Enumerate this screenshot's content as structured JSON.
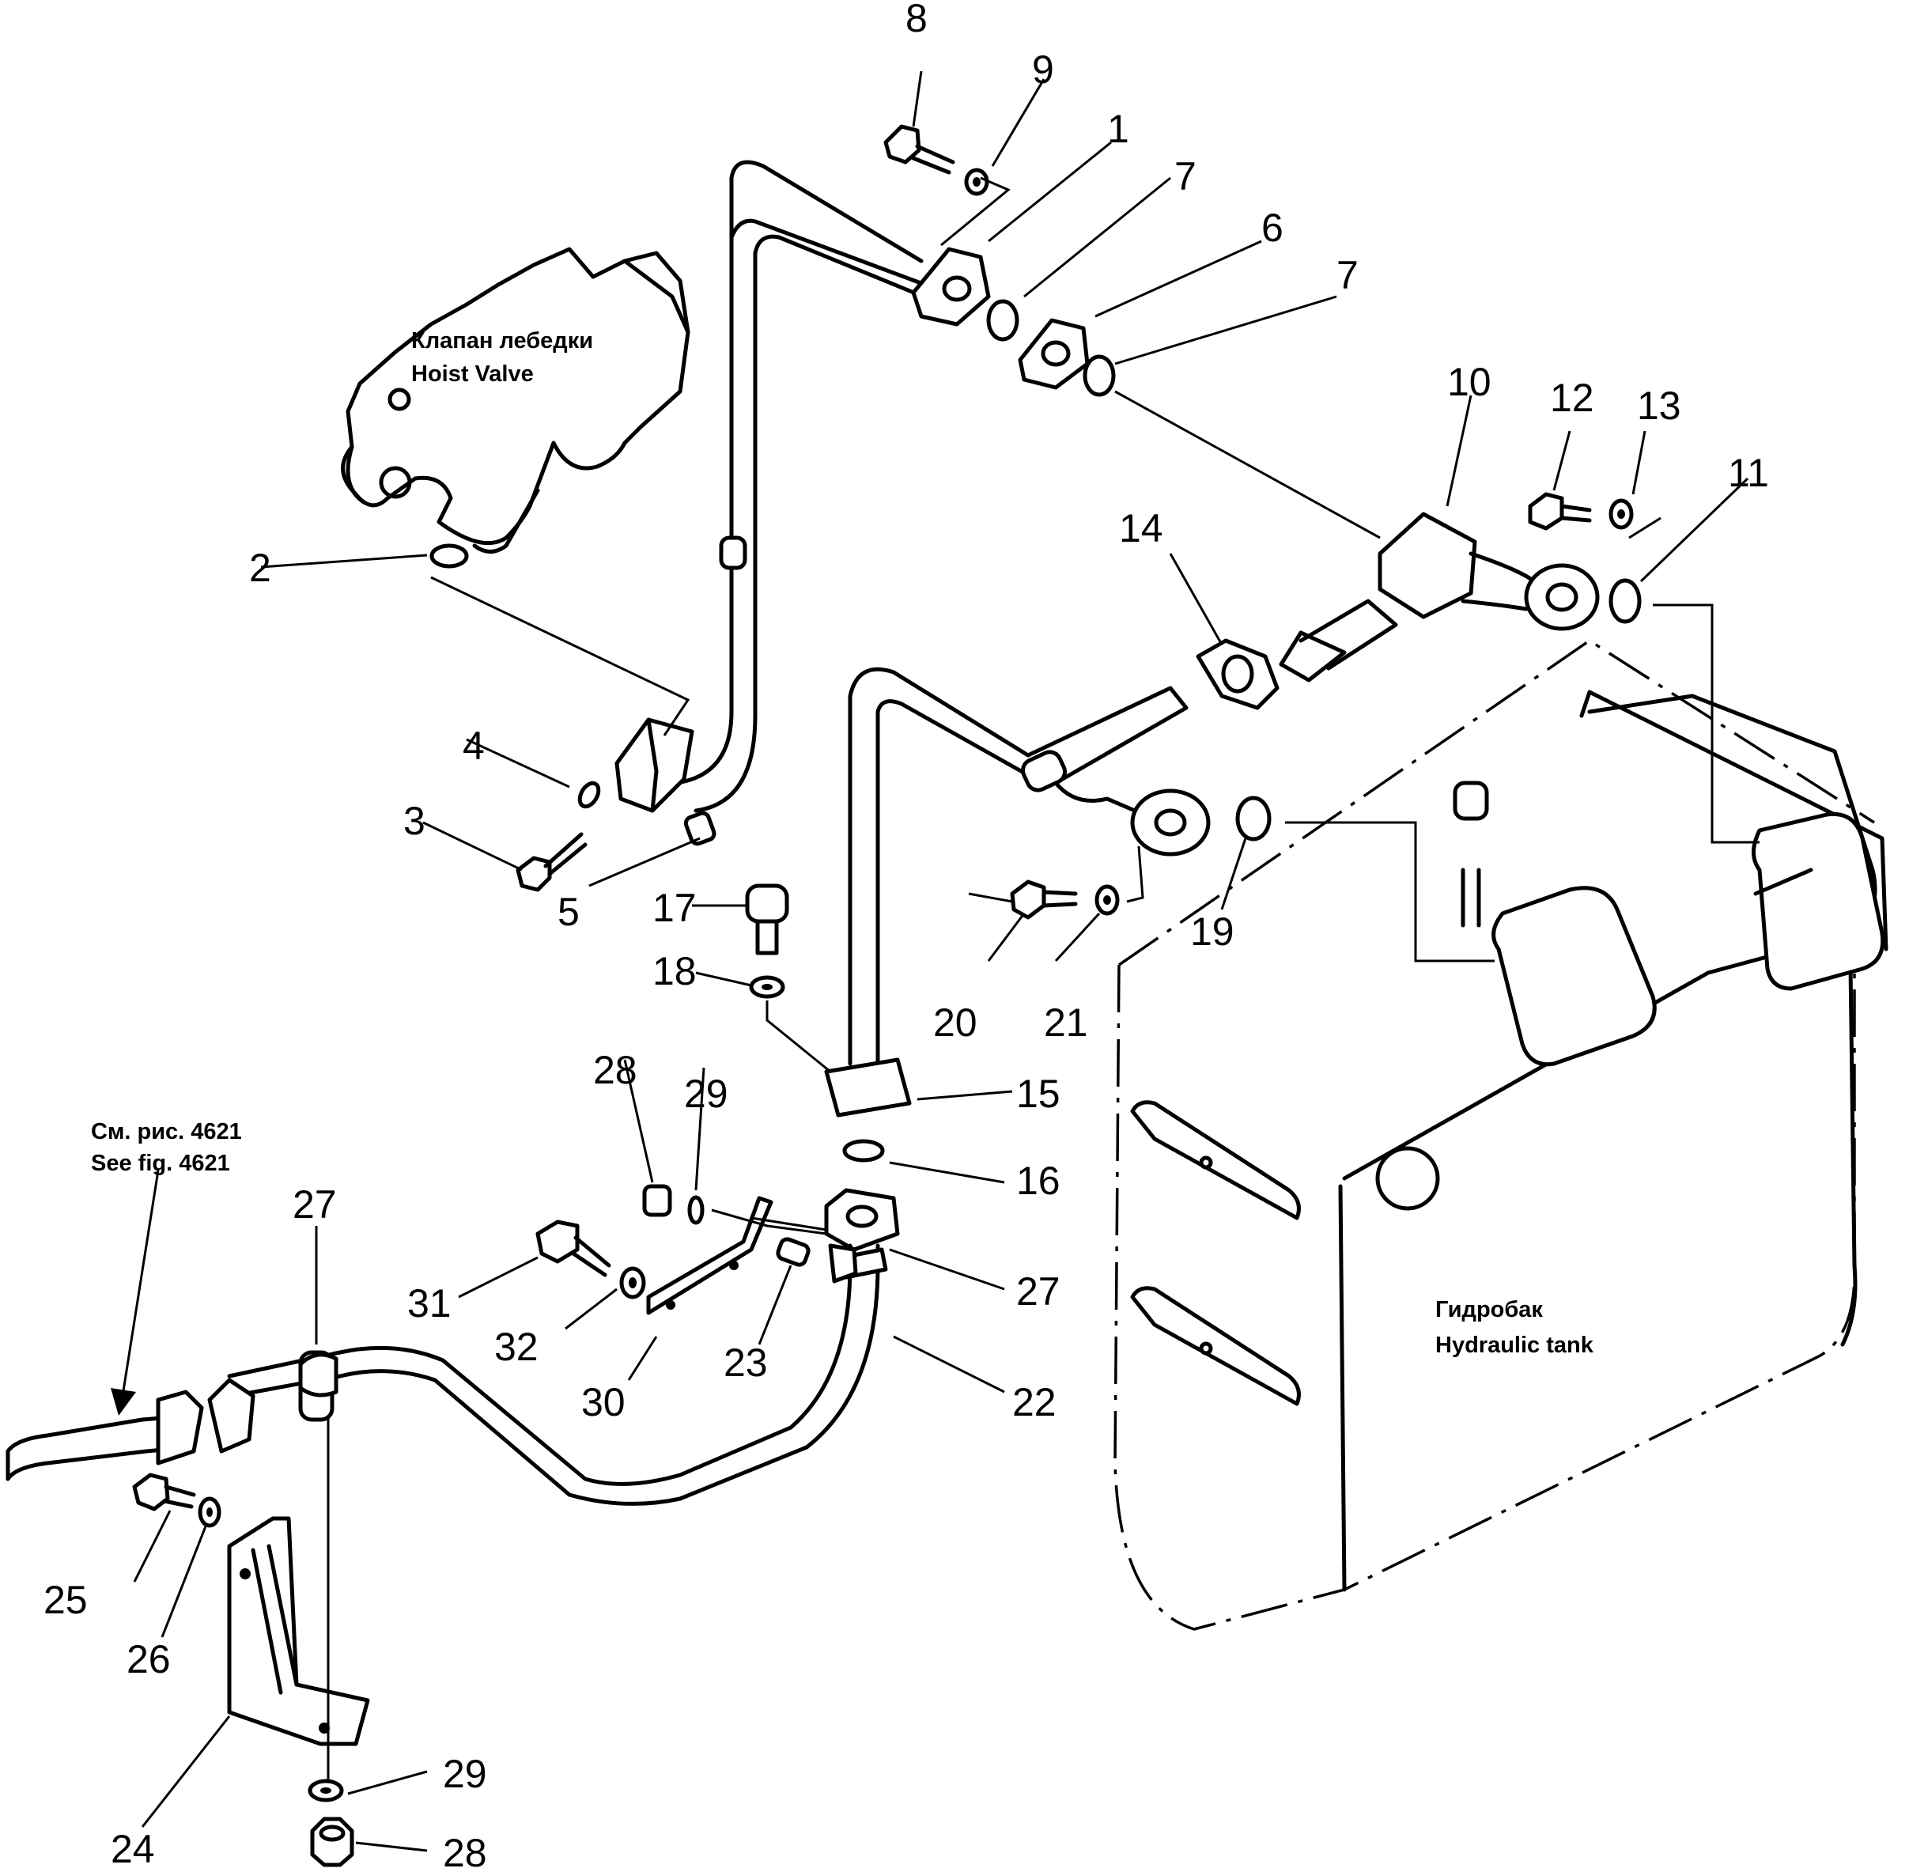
{
  "labels": {
    "hoist_valve_ru": "Клапан лебедки",
    "hoist_valve_en": "Hoist Valve",
    "see_fig_ru": "См. рис. 4621",
    "see_fig_en": "See fig. 4621",
    "tank_ru": "Гидробак",
    "tank_en": "Hydraulic tank"
  },
  "callouts": {
    "c1": "1",
    "c2": "2",
    "c3": "3",
    "c4": "4",
    "c5": "5",
    "c6": "6",
    "c7a": "7",
    "c7b": "7",
    "c8": "8",
    "c9": "9",
    "c10": "10",
    "c11": "11",
    "c12": "12",
    "c13": "13",
    "c14": "14",
    "c15": "15",
    "c16": "16",
    "c17": "17",
    "c18": "18",
    "c19": "19",
    "c20": "20",
    "c21": "21",
    "c22": "22",
    "c23": "23",
    "c24": "24",
    "c25": "25",
    "c26": "26",
    "c27a": "27",
    "c27b": "27",
    "c28a": "28",
    "c28b": "28",
    "c29a": "29",
    "c29b": "29",
    "c30": "30",
    "c31": "31",
    "c32": "32"
  }
}
